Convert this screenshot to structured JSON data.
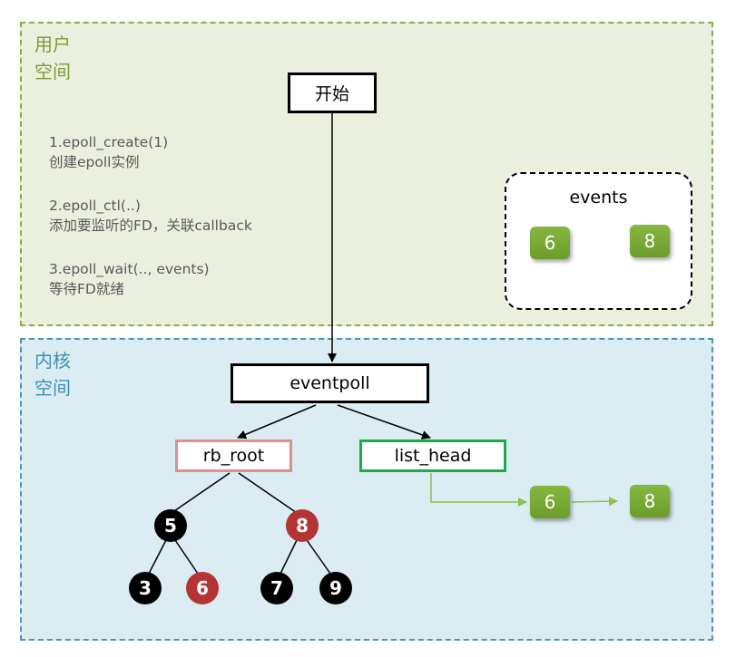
{
  "user_space": {
    "label_line1": "用户",
    "label_line2": "空间"
  },
  "kernel_space": {
    "label_line1": "内核",
    "label_line2": "空间"
  },
  "start_label": "开始",
  "steps": [
    {
      "call": "1.epoll_create(1)",
      "desc": "创建epoll实例"
    },
    {
      "call": "2.epoll_ctl(..)",
      "desc": "添加要监听的FD，关联callback"
    },
    {
      "call": "3.epoll_wait(.., events)",
      "desc": "等待FD就绪"
    }
  ],
  "events": {
    "title": "events",
    "items": [
      "6",
      "8"
    ]
  },
  "eventpoll_label": "eventpoll",
  "rb_root_label": "rb_root",
  "list_head_label": "list_head",
  "list_items": [
    "6",
    "8"
  ],
  "rb_tree": {
    "level1": [
      {
        "value": "5",
        "color": "black"
      },
      {
        "value": "8",
        "color": "red"
      }
    ],
    "level2": [
      {
        "value": "3",
        "color": "black"
      },
      {
        "value": "6",
        "color": "red"
      },
      {
        "value": "7",
        "color": "black"
      },
      {
        "value": "9",
        "color": "black"
      }
    ]
  },
  "colors": {
    "user_space_bg": "#ebf0de",
    "user_space_border": "#8aad45",
    "kernel_space_bg": "#dbecf3",
    "kernel_space_border": "#4a98b8",
    "green_box": "#7aab36",
    "rb_red": "#b43434",
    "rb_root_border": "#dc9090",
    "list_head_border": "#1aad4a"
  }
}
